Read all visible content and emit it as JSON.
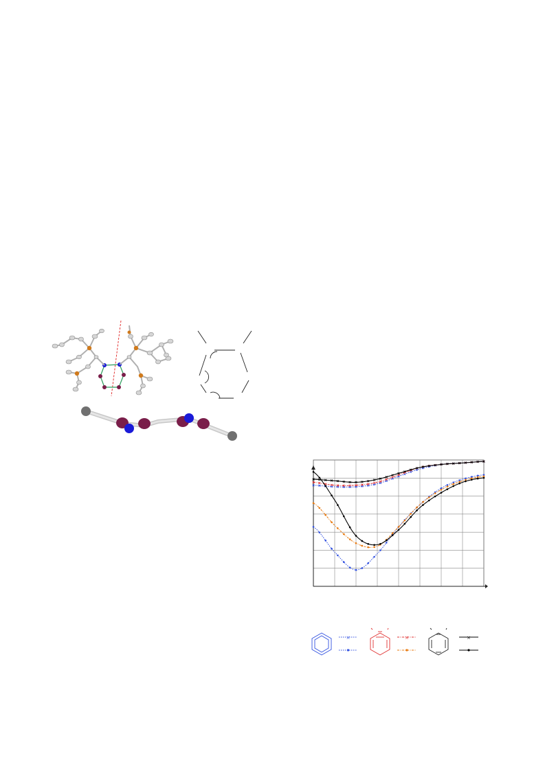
{
  "figure_left": {
    "structure_colors": {
      "bond": "#c8c8c8",
      "atom_grey": "#707070",
      "atom_purple": "#7a1e4a",
      "atom_blue": "#1a1ad8",
      "phosphorus": "#d07a1c",
      "ring_green": "#2a9a5a",
      "axis_dashed": "#e02020"
    }
  },
  "chart_data": {
    "type": "line",
    "title": "",
    "xlabel": "",
    "ylabel": "",
    "x": [
      0,
      0.125,
      0.25,
      0.375,
      0.5,
      0.625,
      0.75,
      0.875,
      1
    ],
    "grid": true,
    "series": [
      {
        "color": "#3050e0",
        "marker": "x",
        "linestyle": "dotted",
        "values": [
          0.83,
          0.82,
          0.82,
          0.84,
          0.89,
          0.94,
          0.97,
          0.98,
          0.99
        ]
      },
      {
        "color": "#3050e0",
        "marker": "dot",
        "linestyle": "dotted",
        "values": [
          0.55,
          0.38,
          0.26,
          0.37,
          0.55,
          0.7,
          0.81,
          0.87,
          0.9
        ]
      },
      {
        "color": "#e03030",
        "marker": "x",
        "linestyle": "dashdot",
        "values": [
          0.85,
          0.83,
          0.83,
          0.85,
          0.9,
          0.95,
          0.97,
          0.98,
          0.99
        ]
      },
      {
        "color": "#e87a10",
        "marker": "dot",
        "linestyle": "dashdot",
        "values": [
          0.71,
          0.56,
          0.44,
          0.42,
          0.55,
          0.7,
          0.8,
          0.86,
          0.89
        ]
      },
      {
        "color": "#000000",
        "marker": "x",
        "linestyle": "solid",
        "values": [
          0.87,
          0.86,
          0.85,
          0.87,
          0.91,
          0.95,
          0.97,
          0.98,
          0.99
        ]
      },
      {
        "color": "#000000",
        "marker": "dot",
        "linestyle": "solid",
        "values": [
          0.92,
          0.73,
          0.49,
          0.43,
          0.53,
          0.68,
          0.78,
          0.85,
          0.88
        ]
      }
    ],
    "ylim": [
      0.15,
      1.0
    ],
    "legend_placement": "below"
  }
}
